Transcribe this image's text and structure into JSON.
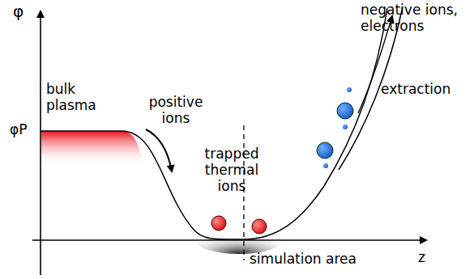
{
  "diagram": {
    "labels": [
      "φ",
      "φP",
      "bulk plasma",
      "positive ions",
      "trapped thermal ions",
      "negative ions, electrons",
      "extraction",
      "simulation area",
      "z"
    ]
  }
}
